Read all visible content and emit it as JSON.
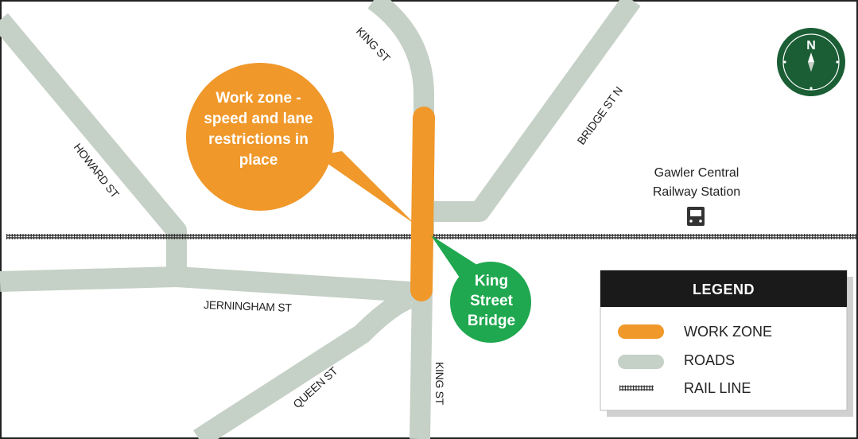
{
  "colors": {
    "road": "#c5d0c6",
    "work_zone": "#f0982a",
    "bridge_callout": "#1fa84f",
    "compass": "#1b5e35",
    "rail": "#333333",
    "legend_header": "#1a1a1a"
  },
  "roads": {
    "king_st_north": "KING ST",
    "bridge_st_n": "BRIDGE ST N",
    "howard_st": "HOWARD ST",
    "jerningham_st": "JERNINGHAM ST",
    "queen_st": "QUEEN ST",
    "king_st_south": "KING ST"
  },
  "callouts": {
    "work_zone": {
      "lines": [
        "Work zone -",
        "speed and lane",
        "restrictions in",
        "place"
      ]
    },
    "bridge": {
      "lines": [
        "King",
        "Street",
        "Bridge"
      ]
    }
  },
  "station": {
    "line1": "Gawler Central",
    "line2": "Railway Station",
    "icon": "train-icon"
  },
  "compass": {
    "label": "N",
    "icon": "compass-icon"
  },
  "legend": {
    "title": "LEGEND",
    "items": [
      {
        "label": "WORK ZONE",
        "symbol": "orange-bar"
      },
      {
        "label": "ROADS",
        "symbol": "grey-bar"
      },
      {
        "label": "RAIL LINE",
        "symbol": "rail-hatch"
      }
    ]
  }
}
